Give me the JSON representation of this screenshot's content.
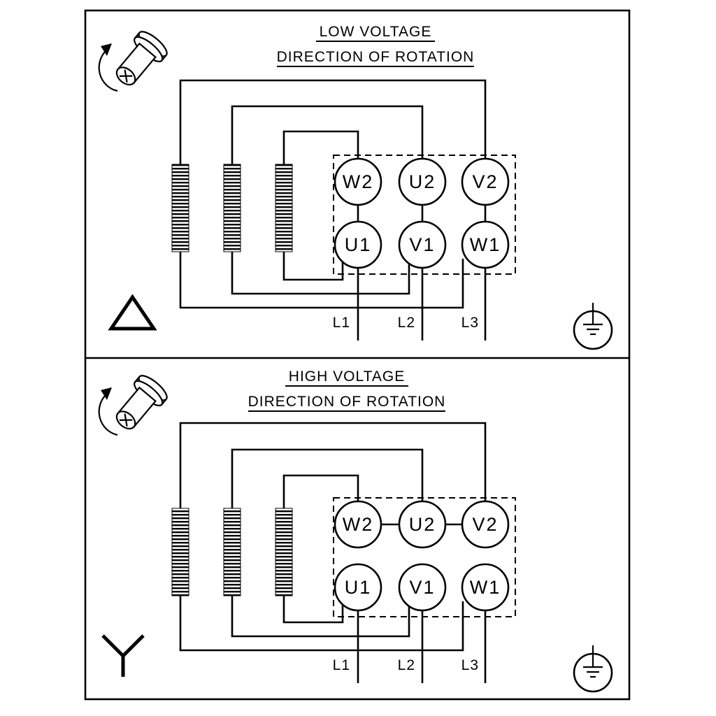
{
  "colors": {
    "ink": "#000000",
    "paper": "#ffffff"
  },
  "icons": {
    "shaft": "motor-shaft-rotation-icon",
    "earth": "earth-ground-icon",
    "delta": "delta-connection-symbol",
    "star": "star-connection-symbol",
    "winding": "motor-winding-coil"
  },
  "panels": [
    {
      "title": "LOW VOLTAGE",
      "subtitle": "DIRECTION OF ROTATION",
      "connection": "delta",
      "terminals_top": [
        "W2",
        "U2",
        "V2"
      ],
      "terminals_bottom": [
        "U1",
        "V1",
        "W1"
      ],
      "supply_lines": [
        "L1",
        "L2",
        "L3"
      ],
      "winding_count": 3
    },
    {
      "title": "HIGH VOLTAGE",
      "subtitle": "DIRECTION OF ROTATION",
      "connection": "star",
      "terminals_top": [
        "W2",
        "U2",
        "V2"
      ],
      "terminals_bottom": [
        "U1",
        "V1",
        "W1"
      ],
      "supply_lines": [
        "L1",
        "L2",
        "L3"
      ],
      "winding_count": 3
    }
  ]
}
